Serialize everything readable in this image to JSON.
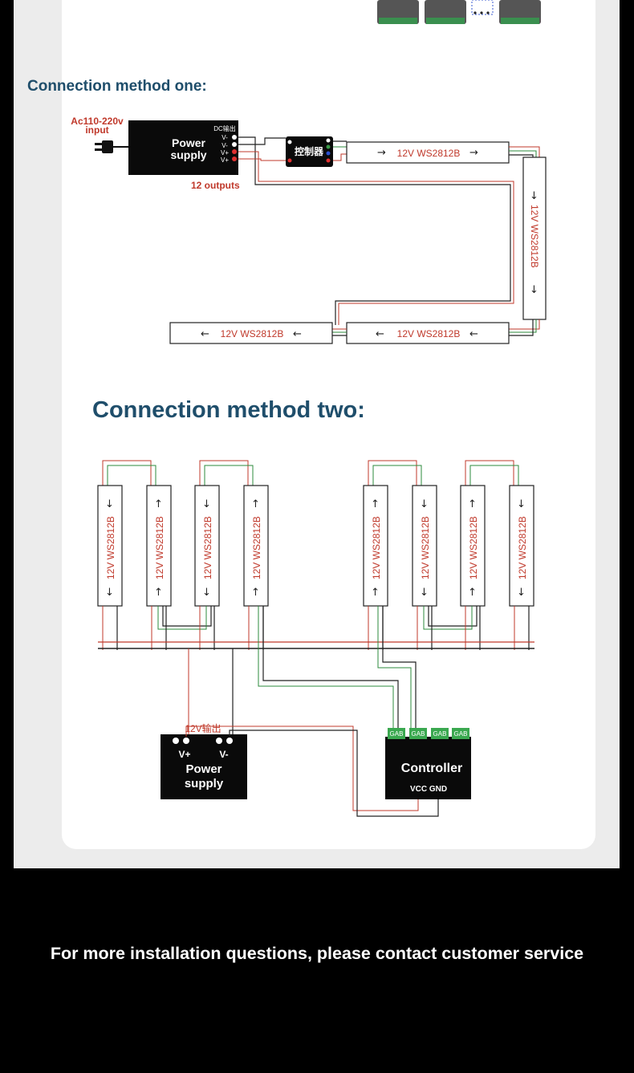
{
  "method_one": {
    "heading": "Connection method one:",
    "ac_input_line1": "Ac110-220v",
    "ac_input_line2": "input",
    "power_supply_line1": "Power",
    "power_supply_line2": "supply",
    "dc_output_label": "DC输出",
    "terminals": [
      "V-",
      "V-",
      "V+",
      "V+"
    ],
    "controller_label": "控制器",
    "outputs_label": "12 outputs",
    "strip_label": "12V WS2812B"
  },
  "method_two": {
    "heading": "Connection method two:",
    "strip_label": "12V WS2812B",
    "output_label": "12V输出",
    "power_supply_terminals": [
      "V+",
      "V-"
    ],
    "power_supply_line1": "Power",
    "power_supply_line2": "supply",
    "controller_label": "Controller",
    "port_label": "GAB",
    "controller_pins": "VCC GND"
  },
  "footer": "For more installation questions, please contact customer service",
  "colors": {
    "heading": "#1f4e6b",
    "wire_red": "#c0392b",
    "wire_green": "#2e8b3d"
  }
}
